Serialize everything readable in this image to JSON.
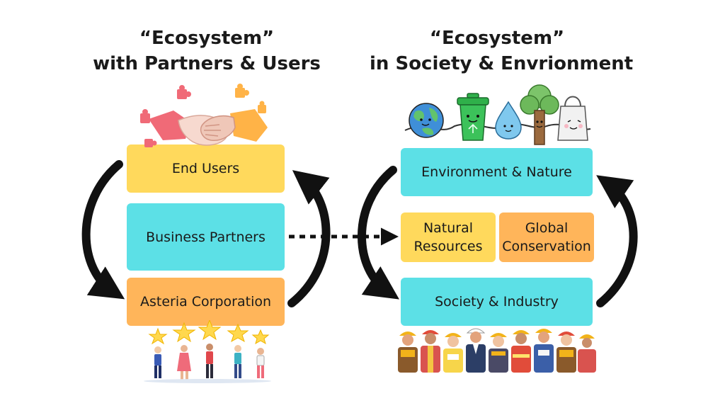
{
  "titles": {
    "left": {
      "line1": "“Ecosystem”",
      "line2": "with Partners & Users"
    },
    "right": {
      "line1": "“Ecosystem”",
      "line2": "in Society & Envrionment"
    }
  },
  "left_boxes": {
    "end_users": "End Users",
    "business_partners": "Business Partners",
    "asteria": "Asteria Corporation"
  },
  "right_boxes": {
    "environment": "Environment & Nature",
    "natural_resources": "Natural\nResources",
    "global_conservation": "Global\nConservation",
    "society": "Society & Industry"
  },
  "colors": {
    "yellow": "#ffd95c",
    "cyan": "#5ce0e6",
    "orange": "#ffb55a",
    "arrow": "#111111"
  },
  "icons": {
    "left_top": "handshake-puzzle-icon",
    "left_bottom": "people-holding-stars-icon",
    "right_top": "earth-bin-water-tree-bag-icon",
    "right_bottom": "workers-group-icon"
  }
}
